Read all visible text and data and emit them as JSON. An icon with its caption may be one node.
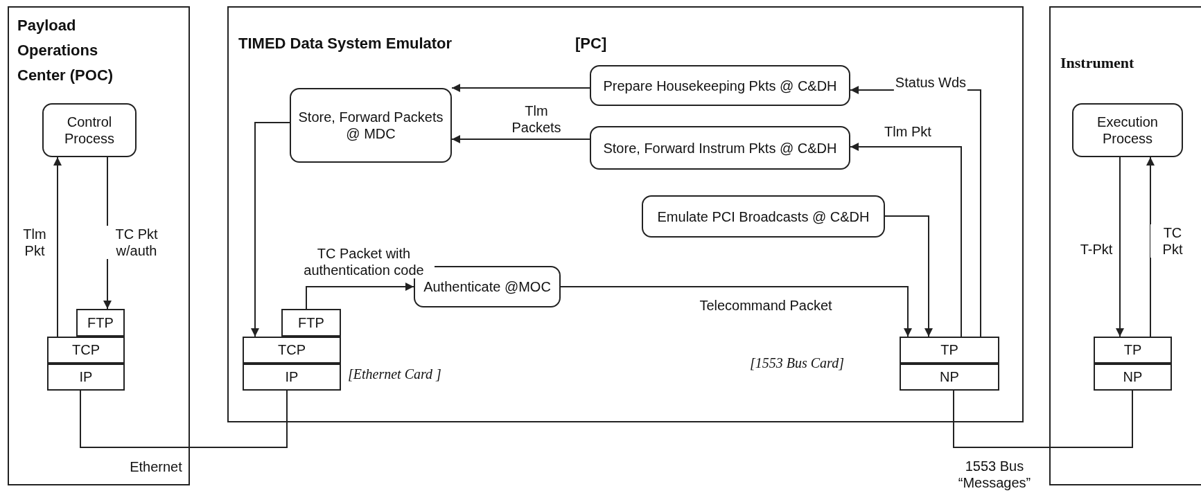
{
  "diagram": {
    "nodes": [
      {
        "text": [
          "Payload Operations Center (POC)"
        ]
      },
      {
        "text": [
          "Control Process"
        ],
        "in": 0
      },
      {
        "text": [
          "FTP"
        ],
        "in": 0
      },
      {
        "text": [
          "TCP"
        ],
        "in": 0
      },
      {
        "text": [
          "IP"
        ],
        "in": 0
      },
      {
        "text": [
          "TIMED Data System Emulator",
          "[PC]"
        ]
      },
      {
        "text": [
          "Store, Forward Packets @ MDC"
        ],
        "in": 5
      },
      {
        "text": [
          "Prepare Housekeeping Pkts @ C&DH"
        ],
        "in": 5
      },
      {
        "text": [
          "Store, Forward Instrum Pkts @ C&DH"
        ],
        "in": 5
      },
      {
        "text": [
          "Emulate PCI Broadcasts @ C&DH"
        ],
        "in": 5
      },
      {
        "text": [
          "Authenticate @MOC"
        ],
        "in": 5
      },
      {
        "text": [
          "FTP"
        ],
        "in": 5
      },
      {
        "text": [
          "TCP"
        ],
        "in": 5
      },
      {
        "text": [
          "IP"
        ],
        "in": 5
      },
      {
        "text": [
          "TP"
        ],
        "in": 5
      },
      {
        "text": [
          "NP"
        ],
        "in": 5
      },
      {
        "text": [
          "Instrument"
        ]
      },
      {
        "text": [
          "Execution Process"
        ],
        "in": 16
      },
      {
        "text": [
          "TP"
        ],
        "in": 16
      },
      {
        "text": [
          "NP"
        ],
        "in": 16
      }
    ],
    "edges": [
      {
        "from": 3,
        "to": 1,
        "arrow": "to",
        "label": "Tlm Pkt"
      },
      {
        "from": 1,
        "to": 2,
        "arrow": "to",
        "label": "TC Pkt w/auth"
      },
      {
        "from": 4,
        "to": 13,
        "arrow": "none",
        "label": "Ethernet"
      },
      {
        "from": 7,
        "to": 6,
        "arrow": "to"
      },
      {
        "from": 8,
        "to": 6,
        "arrow": "to",
        "label": "Tlm Packets"
      },
      {
        "from": 6,
        "to": 12,
        "arrow": "to"
      },
      {
        "from": 11,
        "to": 10,
        "arrow": "to",
        "label": "TC Packet with authentication code"
      },
      {
        "from": 10,
        "to": 14,
        "arrow": "to",
        "label": "Telecommand Packet"
      },
      {
        "from": 9,
        "to": 14,
        "arrow": "to"
      },
      {
        "from": 14,
        "to": 8,
        "arrow": "to",
        "label": "Tlm Pkt"
      },
      {
        "from": 14,
        "to": 7,
        "arrow": "to",
        "label": "Status Wds"
      },
      {
        "from": 15,
        "to": 19,
        "arrow": "none",
        "label": "1553 Bus “Messages”"
      },
      {
        "from": 17,
        "to": 18,
        "arrow": "to",
        "label": "T-Pkt"
      },
      {
        "from": 18,
        "to": 17,
        "arrow": "to",
        "label": "TC Pkt"
      }
    ],
    "labels": [
      "[Ethernet Card ]",
      "[1553 Bus Card]"
    ]
  }
}
